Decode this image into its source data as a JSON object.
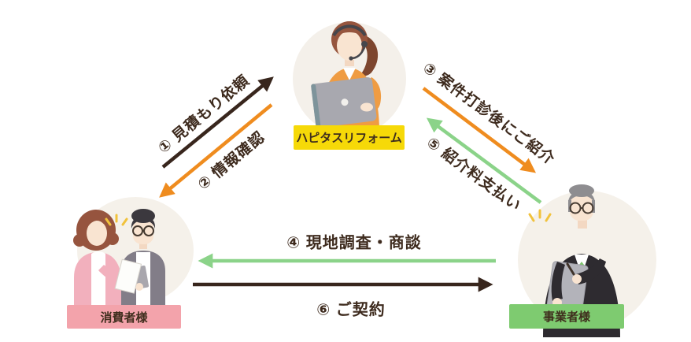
{
  "page": {
    "background": "#ffffff"
  },
  "entities": {
    "hapitas": {
      "label": "ハピタスリフォーム",
      "bg": "#f6d908",
      "illustration": "call-center-operator"
    },
    "consumer": {
      "label": "消費者様",
      "bg": "#f3a3ab",
      "illustration": "couple-customers"
    },
    "business": {
      "label": "事業者様",
      "bg": "#7ecb70",
      "illustration": "businessman-with-clipboard"
    }
  },
  "flows": [
    {
      "step": "①",
      "label": "① 見積もり依頼",
      "from": "消費者様",
      "to": "ハピタスリフォーム",
      "color": "#38261d"
    },
    {
      "step": "②",
      "label": "② 情報確認",
      "from": "ハピタスリフォーム",
      "to": "消費者様",
      "color": "#ef8c1f"
    },
    {
      "step": "③",
      "label": "③ 案件打診後にご紹介",
      "from": "ハピタスリフォーム",
      "to": "事業者様",
      "color": "#ef8c1f"
    },
    {
      "step": "④",
      "label": "④ 現地調査・商談",
      "from": "事業者様",
      "to": "消費者様",
      "color": "#8bd389"
    },
    {
      "step": "⑤",
      "label": "⑤ 紹介料支払い",
      "from": "事業者様",
      "to": "ハピタスリフォーム",
      "color": "#8bd389"
    },
    {
      "step": "⑥",
      "label": "⑥ ご契約",
      "from": "消費者様",
      "to": "事業者様",
      "color": "#38261d"
    }
  ],
  "colors": {
    "arrow_dark": "#38261d",
    "arrow_orange": "#ef8c1f",
    "arrow_green": "#8bd389",
    "label_text": "#3f2e1d",
    "flow_text": "#3e2b1e",
    "figure_bg_circle": "#f4f0ea",
    "skin": "#f9e4d1",
    "operator_shirt": "#ef9c43",
    "consumer_cardigan": "#f2b0bd",
    "business_suit": "#2e2b30",
    "business_tie": "#7cc46c",
    "sparkle": "#f1c23c"
  }
}
